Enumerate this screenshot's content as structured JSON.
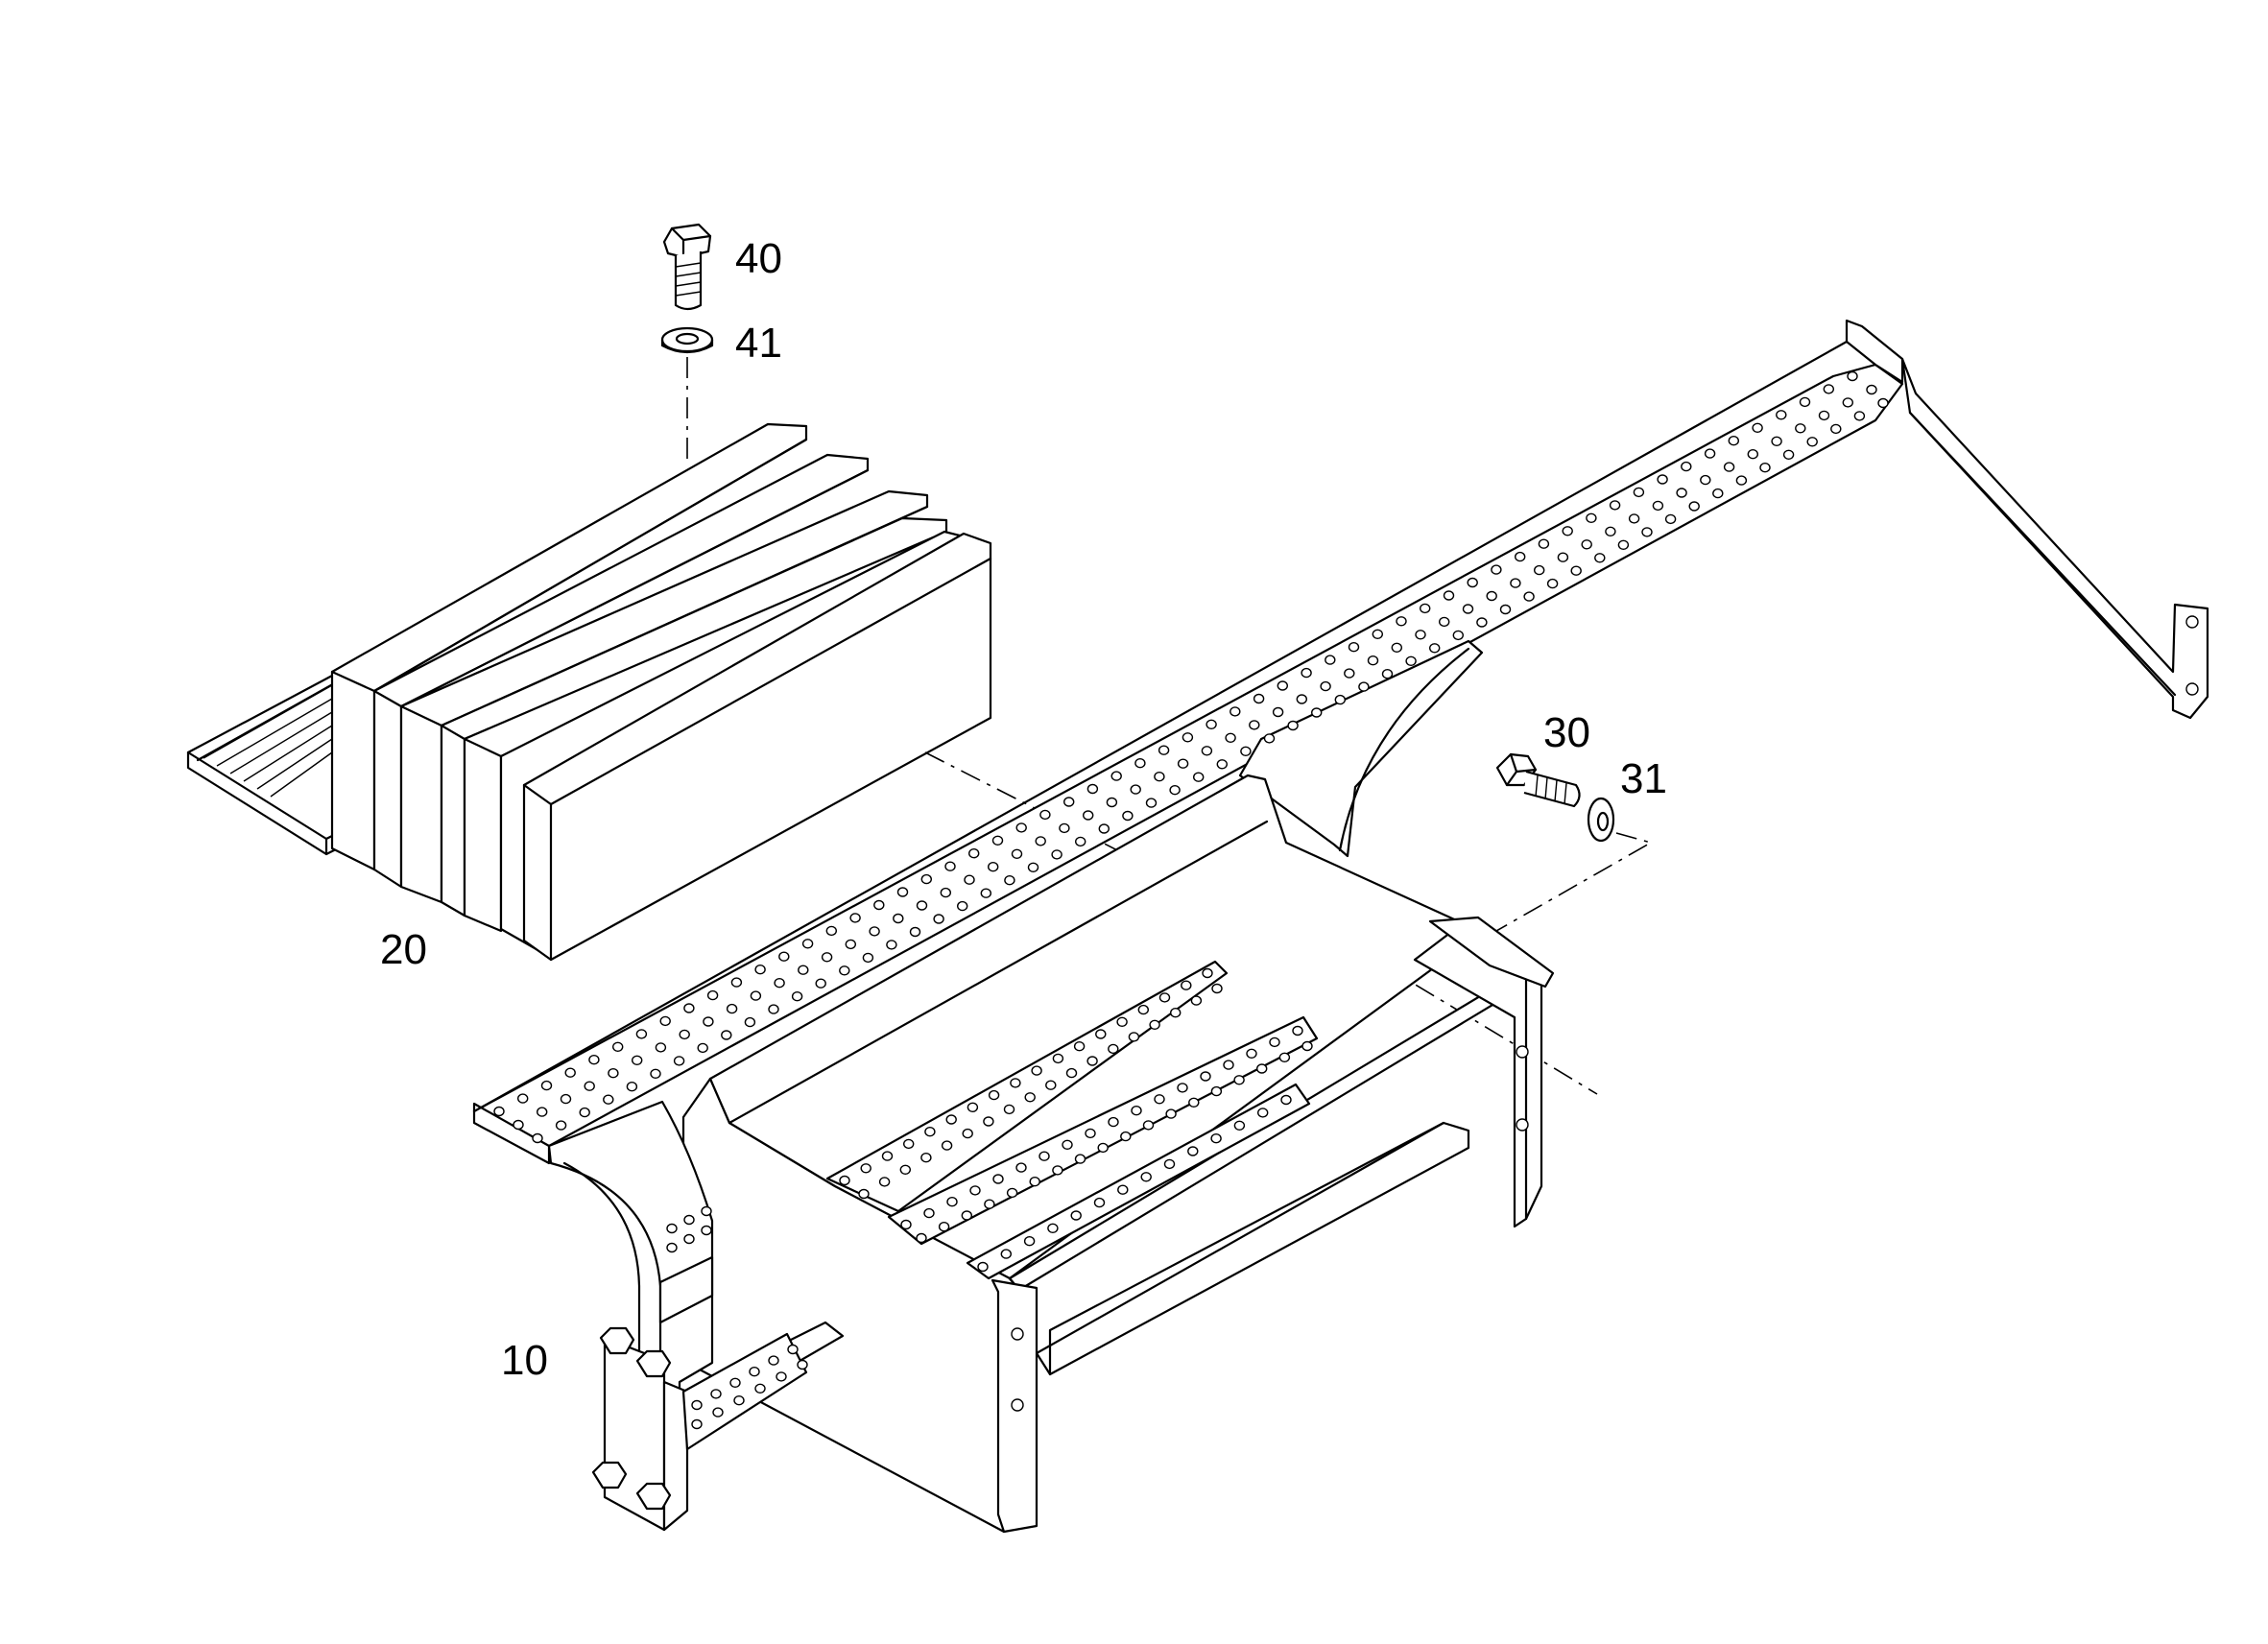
{
  "callouts": [
    {
      "id": "c40",
      "text": "40"
    },
    {
      "id": "c41",
      "text": "41"
    },
    {
      "id": "c30",
      "text": "30"
    },
    {
      "id": "c31",
      "text": "31"
    },
    {
      "id": "c20",
      "text": "20"
    },
    {
      "id": "c10",
      "text": "10"
    }
  ],
  "colors": {
    "line": "#000000",
    "background": "#ffffff"
  }
}
